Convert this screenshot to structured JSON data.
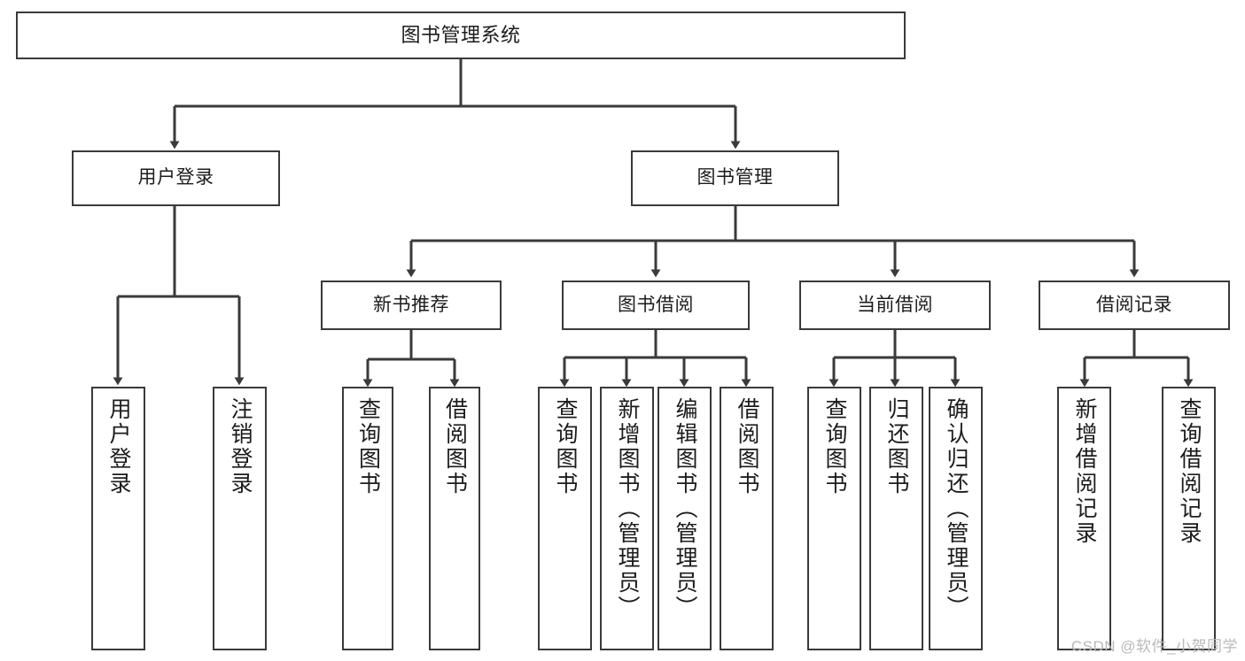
{
  "diagram": {
    "title": "图书管理系统",
    "watermark": "CSDN @软件_小贺同学",
    "root": {
      "label": "图书管理系统"
    },
    "level2": [
      {
        "label": "用户登录"
      },
      {
        "label": "图书管理"
      }
    ],
    "level3": [
      {
        "label": "新书推荐"
      },
      {
        "label": "图书借阅"
      },
      {
        "label": "当前借阅"
      },
      {
        "label": "借阅记录"
      }
    ],
    "leaves": {
      "user_login": [
        {
          "label": "用户登录"
        },
        {
          "label": "注销登录"
        }
      ],
      "new_book_recommend": [
        {
          "label": "查询图书"
        },
        {
          "label": "借阅图书"
        }
      ],
      "book_borrow": [
        {
          "label": "查询图书"
        },
        {
          "label": "新增图书（管理员）"
        },
        {
          "label": "编辑图书（管理员）"
        },
        {
          "label": "借阅图书"
        }
      ],
      "current_borrow": [
        {
          "label": "查询图书"
        },
        {
          "label": "归还图书"
        },
        {
          "label": "确认归还（管理员）"
        }
      ],
      "borrow_record": [
        {
          "label": "新增借阅记录"
        },
        {
          "label": "查询借阅记录"
        }
      ]
    },
    "colors": {
      "stroke": "#3a3a3a",
      "background": "#ffffff",
      "text": "#1c1c1c",
      "watermark": "#b9b9b9"
    }
  }
}
